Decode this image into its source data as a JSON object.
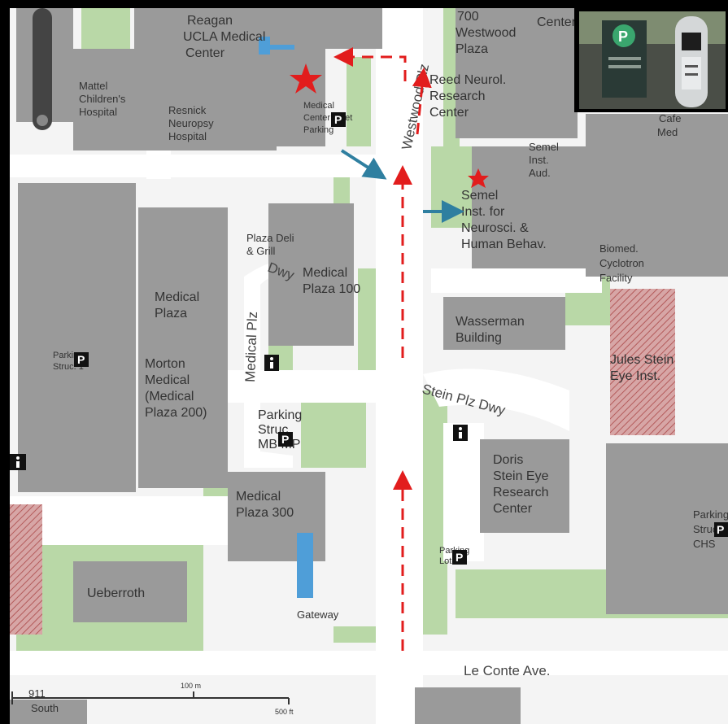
{
  "map": {
    "buildings": {
      "reagan": [
        "Reagan",
        "UCLA Medical",
        "Center"
      ],
      "mattel": [
        "Mattel",
        "Children's",
        "Hospital"
      ],
      "resnick": [
        "Resnick",
        "Neuropsy",
        "Hospital"
      ],
      "valet": [
        "Medical",
        "Center Valet",
        "Parking"
      ],
      "westwood700": [
        "700",
        "Westwood",
        "Plaza"
      ],
      "reed": [
        "Reed Neurol.",
        "Research",
        "Center"
      ],
      "center_top": "Center",
      "semel_aud": [
        "Semel",
        "Inst.",
        "Aud."
      ],
      "cafe": [
        "Cafe",
        "Med"
      ],
      "semel_inst": [
        "Semel",
        "Inst. for",
        "Neurosci. &",
        "Human Behav."
      ],
      "biomed": [
        "Biomed.",
        "Cyclotron",
        "Facility"
      ],
      "plaza_deli": [
        "Plaza Deli",
        "& Grill"
      ],
      "medical_plaza_100": [
        "Medical",
        "Plaza 100"
      ],
      "medical_plaza": [
        "Medical",
        "Plaza"
      ],
      "morton": [
        "Morton",
        "Medical",
        "(Medical",
        "Plaza 200)"
      ],
      "parking_str1": [
        "Parking",
        "Struc. 1"
      ],
      "wasserman": [
        "Wasserman",
        "Building"
      ],
      "jules_stein": [
        "Jules Stein",
        "Eye Inst."
      ],
      "parking_mp": [
        "Parking",
        "Struc.",
        "MB MP"
      ],
      "doris_stein": [
        "Doris",
        "Stein Eye",
        "Research",
        "Center"
      ],
      "medical_plaza_300": [
        "Medical",
        "Plaza 300"
      ],
      "parking_chs": [
        "Parking",
        "Struc.",
        "CHS"
      ],
      "parking_lot": [
        "Parking",
        "Lot 25"
      ],
      "ueberroth": "Ueberroth",
      "gateway": "Gateway",
      "south": [
        "911",
        "South"
      ]
    },
    "roads": {
      "westwood_plz": "Westwood Plz",
      "medical_plz": "Medical Plz",
      "dwy": "Dwy",
      "stein_plz_dwy": "Stein Plz Dwy",
      "le_conte": "Le Conte Ave."
    },
    "scale": {
      "meters": "100 m",
      "feet": "500 ft"
    },
    "inset_photo": {
      "sign_letter": "P"
    },
    "colors": {
      "building": "#9a9a9a",
      "green": "#b9d8a7",
      "road": "#ffffff",
      "route_arrow": "#e21d1d",
      "pedestrian_arrow": "#2f7fa0",
      "star": "#e21d1d",
      "hatch": "#c47d7d"
    },
    "icons": {
      "parking": "parking-icon",
      "info": "info-icon",
      "star": "star-icon"
    }
  }
}
